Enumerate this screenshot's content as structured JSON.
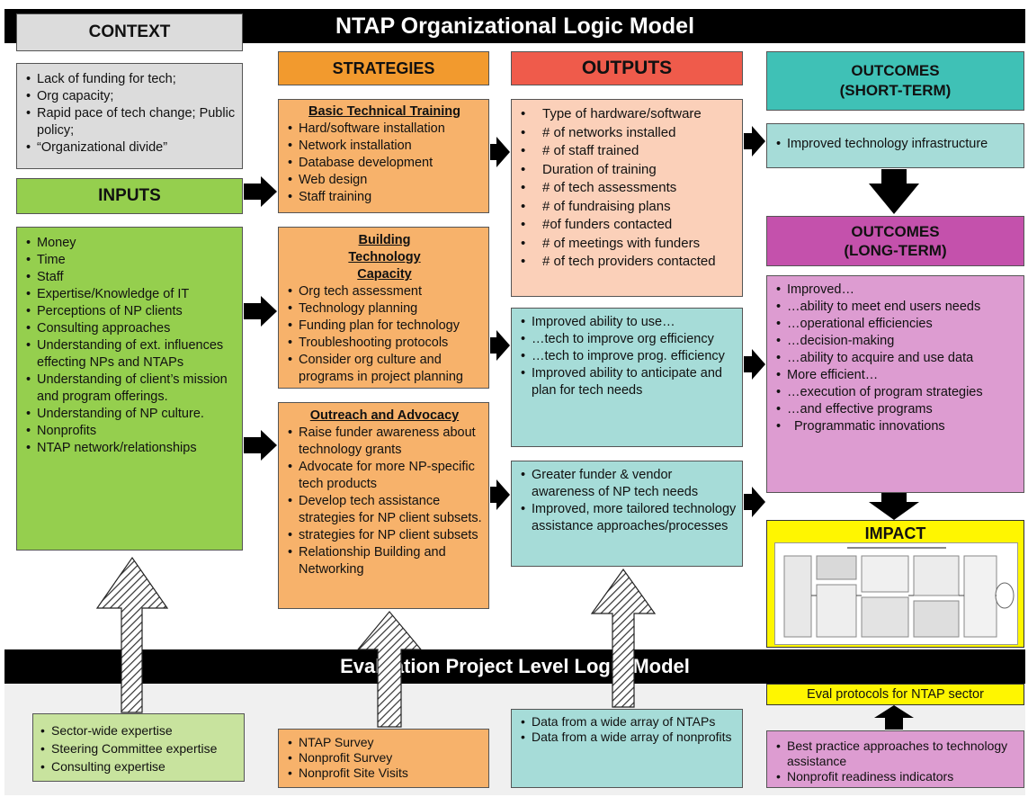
{
  "title": "NTAP Organizational Logic Model",
  "bottom_title": "Evaluation Project Level Logic Model",
  "context": {
    "header": "CONTEXT",
    "items": [
      "Lack of funding for tech;",
      "Org capacity;",
      "Rapid pace of tech change; Public policy;",
      "“Organizational divide”"
    ]
  },
  "inputs": {
    "header": "INPUTS",
    "items": [
      "Money",
      "Time",
      "Staff",
      "Expertise/Knowledge of IT",
      "Perceptions of NP clients",
      "Consulting approaches",
      "Understanding of ext. influences effecting NPs and NTAPs",
      "Understanding of client’s mission and program offerings.",
      "Understanding of NP culture.",
      "Nonprofits",
      "NTAP network/relationships"
    ]
  },
  "strategies": {
    "header": "STRATEGIES",
    "basic": {
      "title": "Basic Technical Training",
      "items": [
        "Hard/software installation",
        "Network installation",
        "Database development",
        "Web design",
        "Staff training"
      ]
    },
    "building": {
      "title": "Building Technology Capacity",
      "items": [
        "Org tech assessment",
        "Technology planning",
        "Funding plan for technology",
        "Troubleshooting protocols",
        "Consider org culture and programs in project planning"
      ]
    },
    "outreach": {
      "title": "Outreach and Advocacy",
      "items": [
        "Raise funder awareness about technology  grants",
        "Advocate for more NP-specific tech products",
        "Develop tech assistance strategies for NP client subsets.",
        "strategies for NP client subsets",
        "Relationship Building and Networking"
      ]
    }
  },
  "outputs": {
    "header": "OUTPUTS",
    "items": [
      "Type of hardware/software",
      "# of networks installed",
      "# of staff trained",
      "Duration of training",
      "# of tech assessments",
      "# of fundraising plans",
      "#of funders contacted",
      "# of meetings with funders",
      "# of tech providers contacted"
    ]
  },
  "middle": {
    "improved": [
      "Improved ability to use…",
      "…tech to improve org efficiency",
      "…tech to improve prog. efficiency",
      "Improved ability to anticipate and plan for tech needs"
    ],
    "greater": [
      "Greater funder & vendor awareness of NP tech needs",
      "Improved, more tailored technology assistance approaches/processes"
    ]
  },
  "outcomes_short": {
    "header_line1": "OUTCOMES",
    "header_line2": "(SHORT-TERM)",
    "items": [
      "Improved technology infrastructure"
    ]
  },
  "outcomes_long": {
    "header_line1": "OUTCOMES",
    "header_line2": "(LONG-TERM)",
    "items": [
      "Improved…",
      "…ability to meet end users needs",
      "…operational efficiencies",
      "…decision-making",
      "…ability to acquire and use data",
      "More efficient…",
      "…execution of program strategies",
      "…and effective programs",
      "Programmatic innovations"
    ]
  },
  "impact": {
    "header": "IMPACT",
    "eval_label": "Eval protocols for NTAP sector"
  },
  "bottom": {
    "expertise": [
      "Sector-wide expertise",
      "Steering Committee expertise",
      "Consulting expertise"
    ],
    "surveys": [
      "NTAP Survey",
      "Nonprofit Survey",
      "Nonprofit Site Visits"
    ],
    "data": [
      "Data from a wide array of NTAPs",
      "Data from a wide array of nonprofits"
    ],
    "best": [
      "Best practice approaches to technology assistance",
      "Nonprofit readiness indicators"
    ]
  },
  "colors": {
    "context": "#dcdcdc",
    "inputs": "#95cf4e",
    "strategies": "#f29a2e",
    "outputs": "#ef5b4b",
    "outcomes_short": "#3fc1b6",
    "outcomes_long": "#c451ac",
    "impact": "#fff600"
  }
}
